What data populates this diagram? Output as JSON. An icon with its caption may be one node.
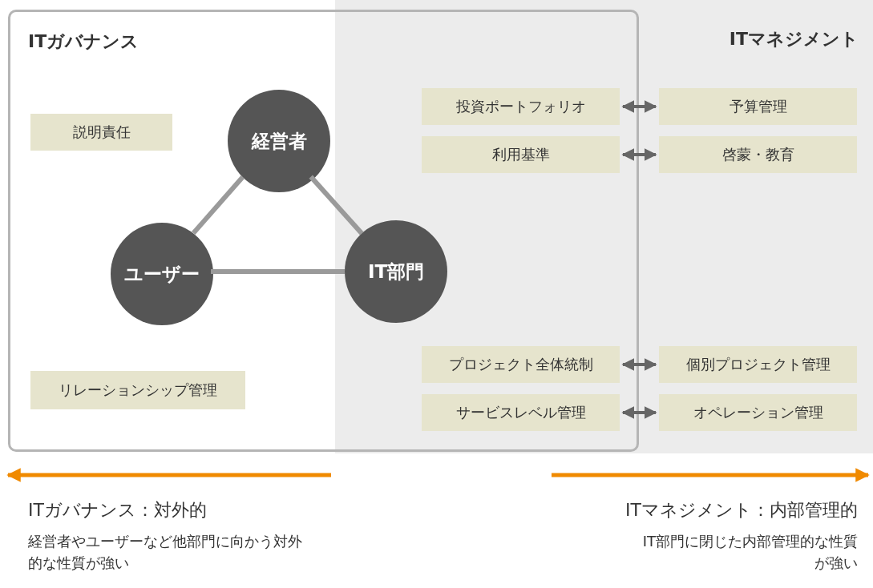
{
  "diagram": {
    "nodes": [
      {
        "text": [
          "ITガバナンス"
        ]
      },
      {
        "text": [
          "ITマネジメント"
        ]
      },
      {
        "text": [
          "説明責任"
        ],
        "in": 0
      },
      {
        "text": [
          "経営者"
        ],
        "in": 0
      },
      {
        "text": [
          "ユーザー"
        ],
        "in": 0
      },
      {
        "text": [
          "IT部門"
        ]
      },
      {
        "text": [
          "リレーションシップ管理"
        ],
        "in": 0
      },
      {
        "text": [
          "投資ポートフォリオ"
        ]
      },
      {
        "text": [
          "予算管理"
        ],
        "in": 1
      },
      {
        "text": [
          "利用基準"
        ]
      },
      {
        "text": [
          "啓蒙・教育"
        ],
        "in": 1
      },
      {
        "text": [
          "プロジェクト全体統制"
        ]
      },
      {
        "text": [
          "個別プロジェクト管理"
        ],
        "in": 1
      },
      {
        "text": [
          "サービスレベル管理"
        ]
      },
      {
        "text": [
          "オペレーション管理"
        ],
        "in": 1
      }
    ],
    "edges": [
      {
        "from": 3,
        "to": 4,
        "arrow": "none"
      },
      {
        "from": 3,
        "to": 5,
        "arrow": "none"
      },
      {
        "from": 4,
        "to": 5,
        "arrow": "none"
      },
      {
        "from": 7,
        "to": 8,
        "arrow": "both"
      },
      {
        "from": 9,
        "to": 10,
        "arrow": "both"
      },
      {
        "from": 11,
        "to": 12,
        "arrow": "both"
      },
      {
        "from": 13,
        "to": 14,
        "arrow": "both"
      }
    ],
    "labels": [
      "ITガバナンス：対外的",
      "経営者やユーザーなど他部門に向かう対外的な性質が強い",
      "ITマネジメント：内部管理的",
      "IT部門に閉じた内部管理的な性質が強い"
    ]
  }
}
